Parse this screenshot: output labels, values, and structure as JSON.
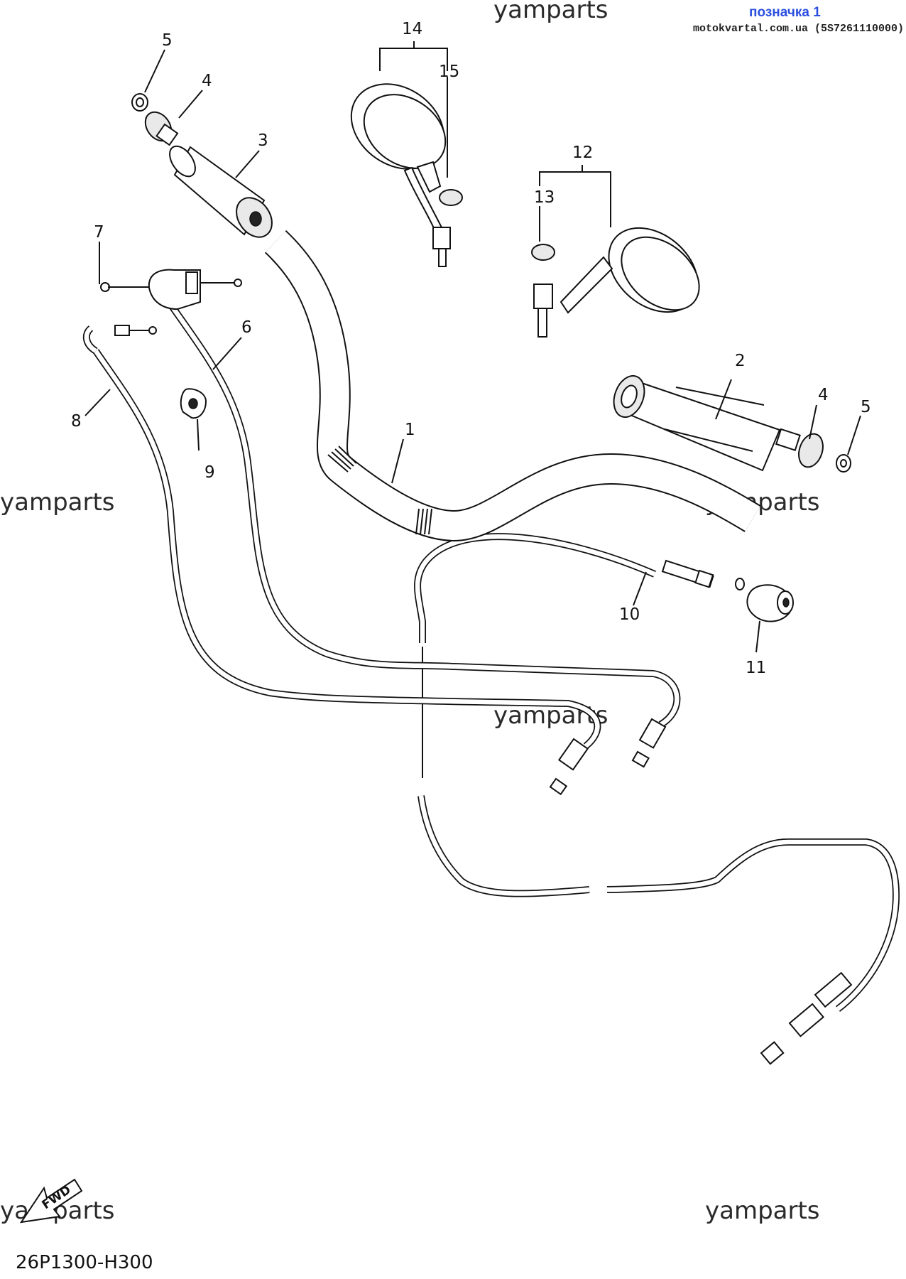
{
  "header": {
    "note_label": "позначка 1",
    "site_ref": "motokvartal.com.ua (5S7261110000)"
  },
  "watermarks": [
    "yamparts",
    "yamparts",
    "yamparts",
    "yamparts",
    "yamparts",
    "yamparts"
  ],
  "callouts": {
    "c1": "1",
    "c2": "2",
    "c3": "3",
    "c4a": "4",
    "c4b": "4",
    "c5a": "5",
    "c5b": "5",
    "c6": "6",
    "c7": "7",
    "c8": "8",
    "c9": "9",
    "c10": "10",
    "c11": "11",
    "c12": "12",
    "c13": "13",
    "c14": "14",
    "c15": "15"
  },
  "fwd_label": "FWD",
  "diagram_code": "26P1300-H300"
}
